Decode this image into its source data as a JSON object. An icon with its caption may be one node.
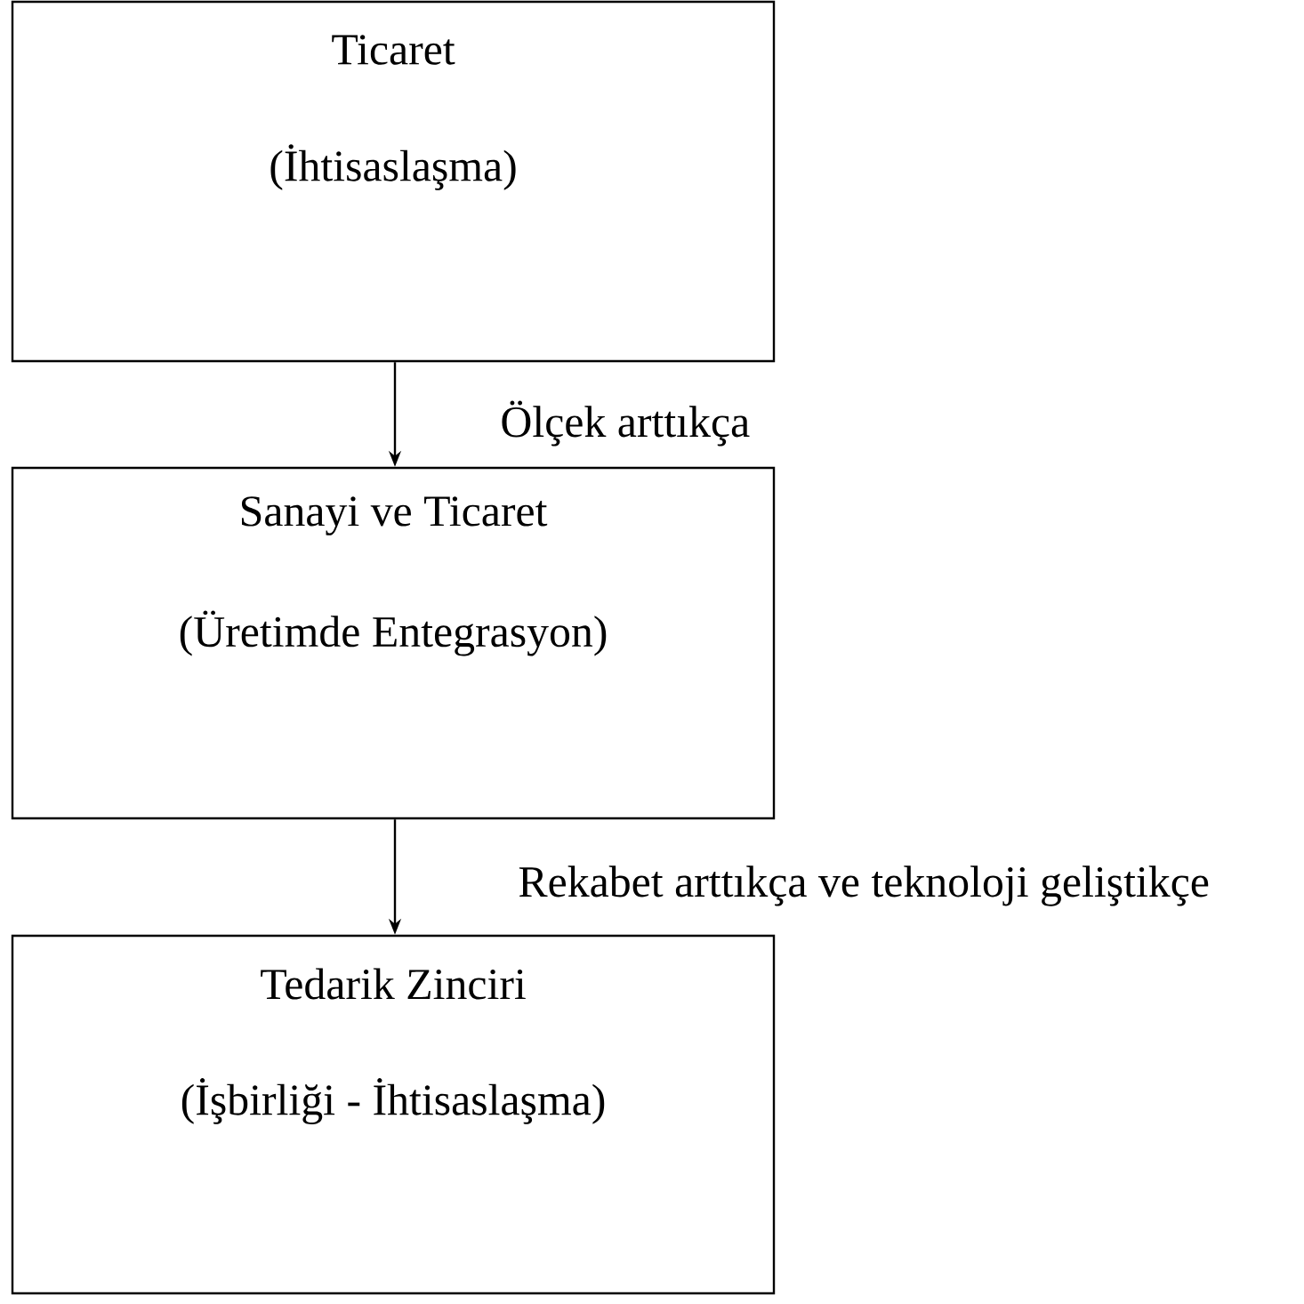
{
  "diagram": {
    "nodes": [
      {
        "text": [
          "Ticaret",
          "(İhtisaslaşma)"
        ]
      },
      {
        "text": [
          "Sanayi ve Ticaret",
          "(Üretimde Entegrasyon)"
        ]
      },
      {
        "text": [
          "Tedarik Zinciri",
          "(İşbirliği - İhtisaslaşma)"
        ]
      }
    ],
    "edges": [
      {
        "from": 0,
        "to": 1,
        "arrow": "to",
        "label": "Ölçek arttıkça"
      },
      {
        "from": 1,
        "to": 2,
        "arrow": "to",
        "label": "Rekabet arttıkça ve teknoloji geliştikçe"
      }
    ]
  }
}
